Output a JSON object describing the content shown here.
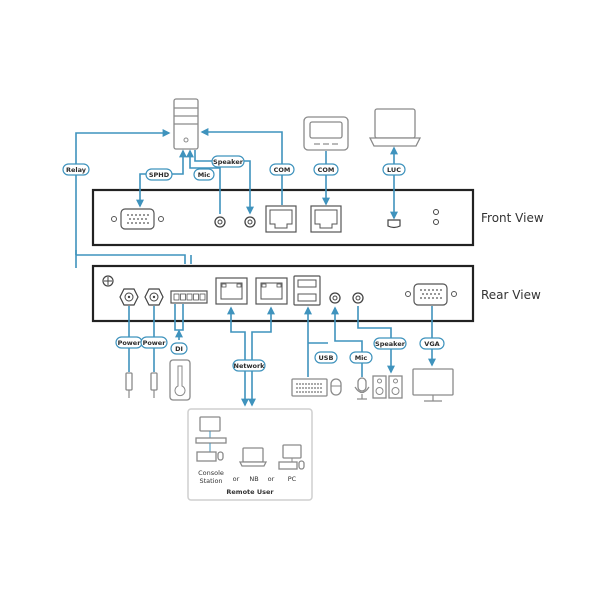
{
  "views": {
    "front": "Front View",
    "rear": "Rear View"
  },
  "labels": {
    "relay": "Relay",
    "sphd": "SPHD",
    "mic_front": "Mic",
    "speaker_front": "Speaker",
    "com1": "COM",
    "com2": "COM",
    "luc": "LUC",
    "power1": "Power",
    "power2": "Power",
    "di": "DI",
    "network": "Network",
    "usb": "USB",
    "mic_rear": "Mic",
    "speaker_rear": "Speaker",
    "vga": "VGA"
  },
  "remote": {
    "title": "Remote User",
    "console_line1": "Console",
    "console_line2": "Station",
    "or1": "or",
    "nb": "NB",
    "or2": "or",
    "pc": "PC"
  },
  "colors": {
    "line": "#3f93bd",
    "box": "#222222",
    "device": "#8a8a8a"
  }
}
